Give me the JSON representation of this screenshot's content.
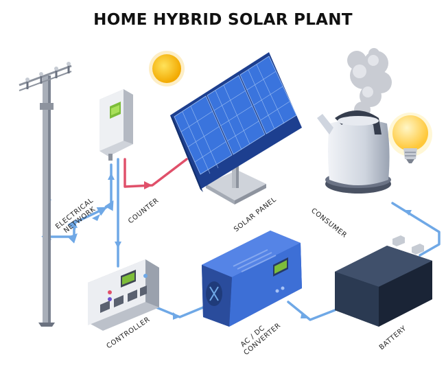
{
  "title": "HOME HYBRID SOLAR PLANT",
  "labels": {
    "electrical_network_1": "ELECTRICAL",
    "electrical_network_2": "NETWORK",
    "counter": "COUNTER",
    "solar_panel": "SOLAR PANEL",
    "consumer": "CONSUMER",
    "controller": "CONTROLLER",
    "converter_1": "AC / DC",
    "converter_2": "CONVERTER",
    "battery": "BATTERY"
  },
  "colors": {
    "dc_wire": "#6fa8e6",
    "ac_wire": "#e0506a",
    "sun": "#f7b500",
    "panel": "#2f5fc4",
    "converter": "#3d6fd6",
    "battery": "#2b3a52",
    "lamp": "#ffd24d"
  },
  "icons": [
    "sun-icon",
    "light-bulb-icon",
    "kettle-icon",
    "utility-pole-icon",
    "meter-icon"
  ]
}
